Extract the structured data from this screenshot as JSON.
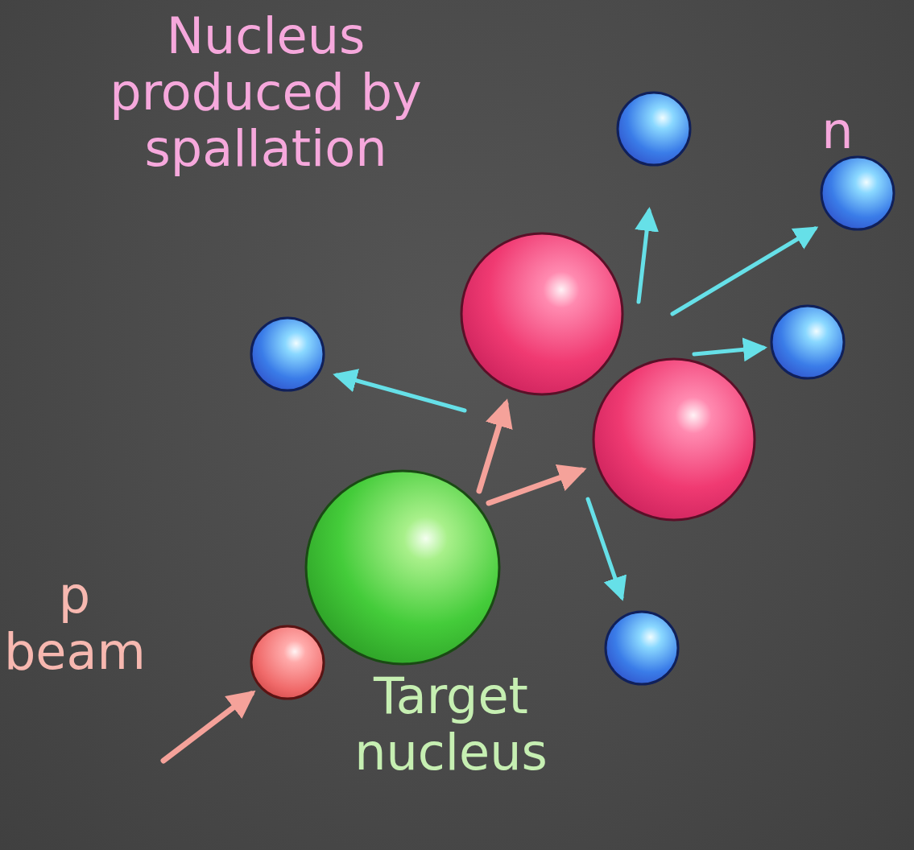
{
  "diagram": {
    "labels": [
      "Nucleus produced by spallation",
      "n",
      "p beam",
      "Target nucleus"
    ]
  }
}
